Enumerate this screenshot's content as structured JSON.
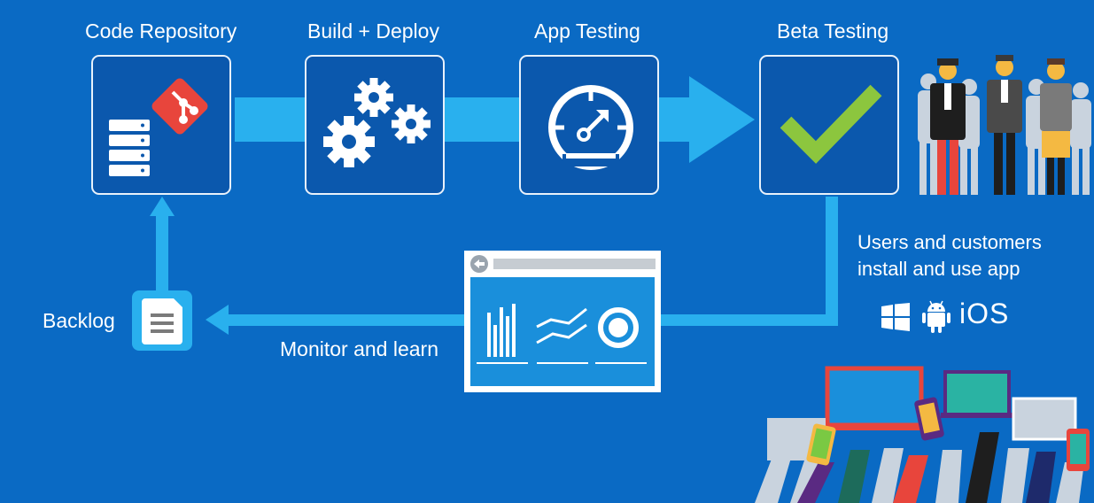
{
  "stages": [
    {
      "title": "Code Repository",
      "icon": "git-server-icon"
    },
    {
      "title": "Build + Deploy",
      "icon": "gears-icon"
    },
    {
      "title": "App Testing",
      "icon": "gauge-icon"
    },
    {
      "title": "Beta Testing",
      "icon": "checkmark-icon"
    }
  ],
  "users_text_line1": "Users and customers",
  "users_text_line2": "install and use app",
  "platforms": {
    "ios_label": "iOS"
  },
  "backlog_label": "Backlog",
  "monitor_label": "Monitor and learn",
  "colors": {
    "background": "#0a6ac4",
    "arrow": "#29b0ee",
    "box": "#0b58ad",
    "git": "#e8453c",
    "check": "#8cc63e"
  }
}
